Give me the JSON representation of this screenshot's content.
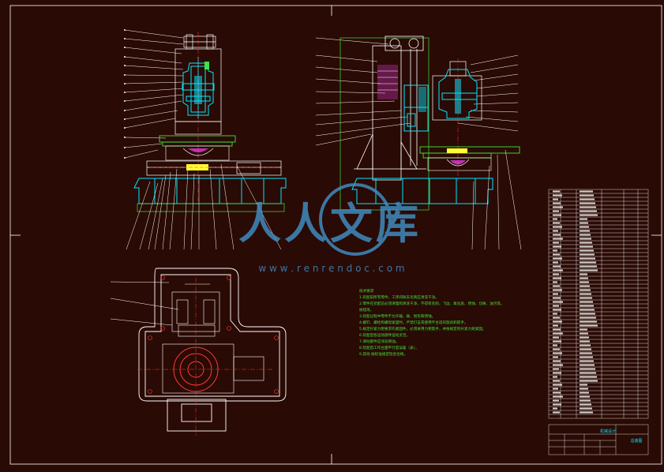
{
  "colors": {
    "background": "#2a0a04",
    "frame": "#ffffff",
    "outline": "#ffffff",
    "section": "#00e5ff",
    "green": "#3fe43f",
    "red": "#ff3a3a",
    "yellow": "#ffff33",
    "magenta": "#ff40ff",
    "watermark": "#3f8fc6"
  },
  "watermark": {
    "brand": "人人文库",
    "url": "w w w . r e n r e n d o c . c o m"
  },
  "notes": {
    "title": "技术要求",
    "lines": [
      "1.装配前所有零件，工序间除去毛刺应清洗干净。",
      "2.零件在装配前必须清理和清洗干净，不得有毛刺、飞边、氧化皮、锈蚀、切屑、油污等。",
      "  按钮等。",
      "3.装配过程中零件不允许磕、碰、划伤和锈蚀。",
      "4.螺钉、螺栓和螺母紧固时，严禁打击或使用不合适的旋具和扳手。",
      "5.规定拧紧力矩要求的紧固件，必须采用力矩扳手，并按规定的拧紧力矩紧固。",
      "6.装配后各运动部件运动灵活。",
      "7.滑动部件应涂润滑油。",
      "8.装配后工作台面平行度误差（表）。",
      "9.其他  按标准规定检验合格。"
    ]
  },
  "title_block": {
    "company": "机械设计",
    "drawing_code": "总装图"
  }
}
